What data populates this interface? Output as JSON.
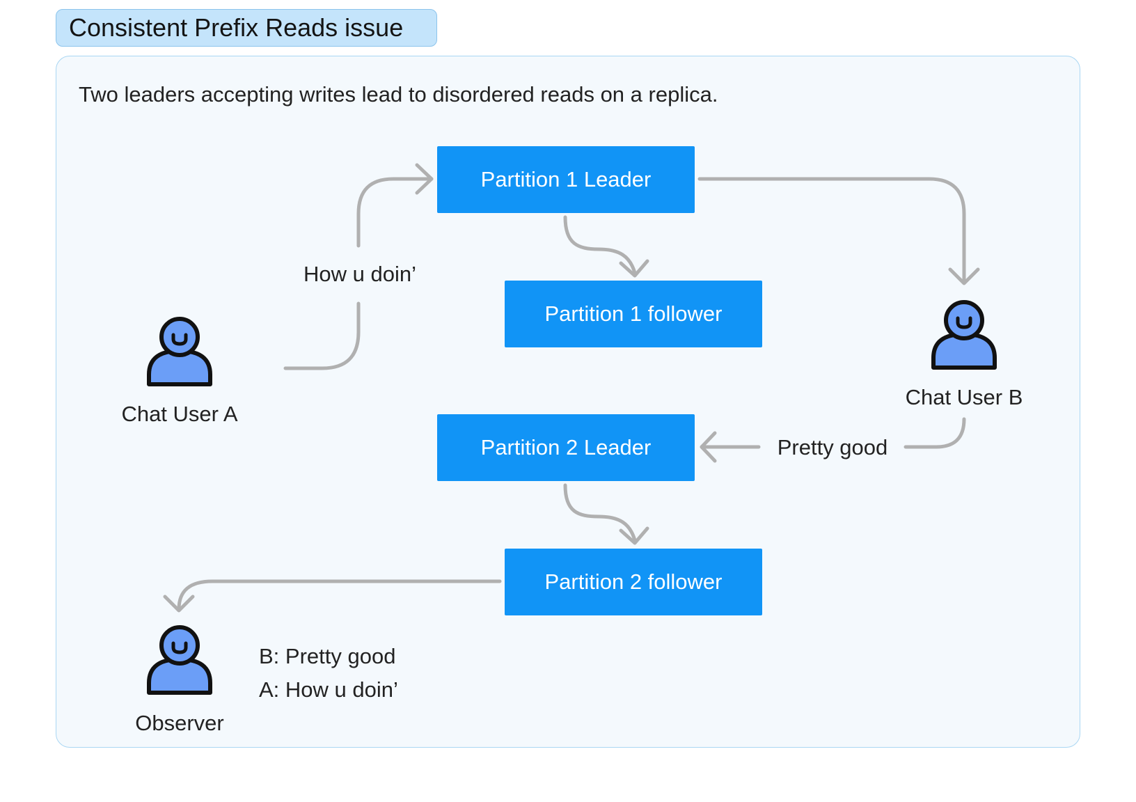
{
  "title": "Consistent Prefix Reads issue",
  "subtitle": "Two leaders accepting writes lead to disordered reads on a replica.",
  "nodes": {
    "p1_leader": "Partition 1 Leader",
    "p1_follower": "Partition 1 follower",
    "p2_leader": "Partition 2 Leader",
    "p2_follower": "Partition 2 follower"
  },
  "actors": {
    "user_a": "Chat User A",
    "user_b": "Chat User B",
    "observer": "Observer"
  },
  "messages": {
    "a_msg": "How u doin’",
    "b_msg": "Pretty good"
  },
  "observer_view": {
    "line1": "B: Pretty good",
    "line2": "A: How u doin’"
  },
  "colors": {
    "box": "#1194f6",
    "panel_bg": "#f4f9fd",
    "title_bg": "#c4e4fb",
    "arrow": "#b0b0b0",
    "person_fill": "#6b9ef7"
  },
  "icons": [
    "person-icon"
  ]
}
